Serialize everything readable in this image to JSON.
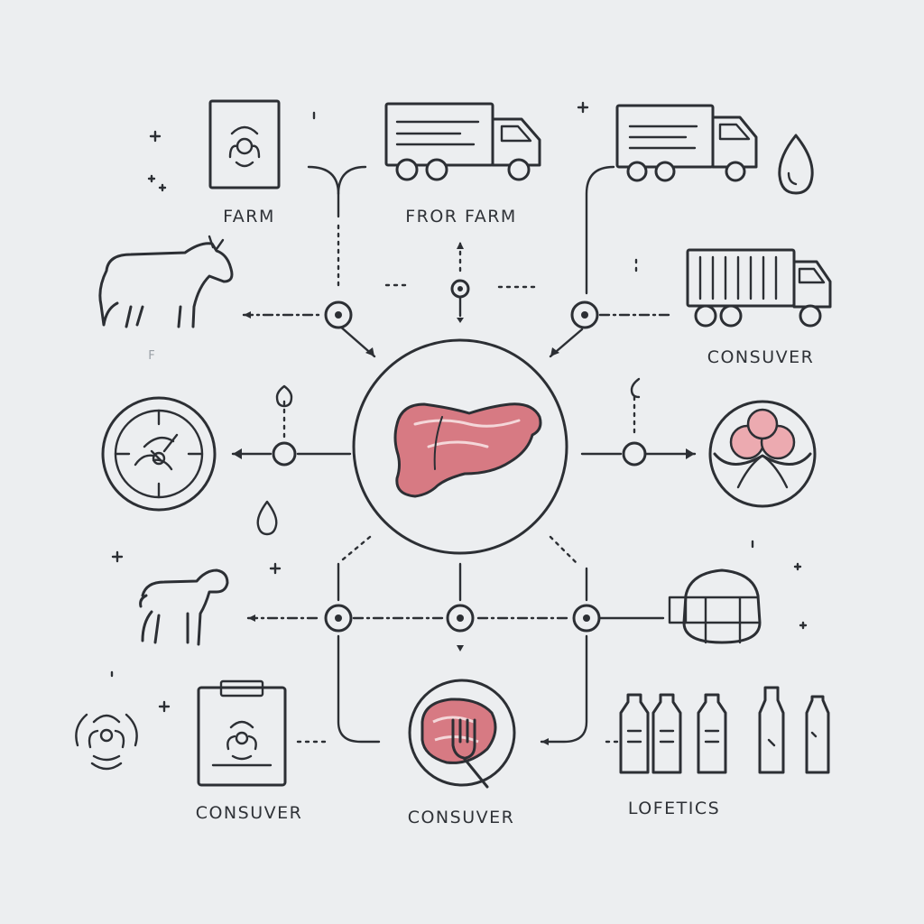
{
  "labels": {
    "farm": "FARM",
    "from_farm": "FROR FARM",
    "consumer_top_right": "CONSUVER",
    "consumer_bottom_left": "CONSUVER",
    "consumer_bottom_center": "CONSUVER",
    "logistics": "LOFETICS",
    "faint_left": "F"
  },
  "colors": {
    "line": "#2c2f34",
    "meat": "#d77a83",
    "meat_light": "#ecaab0",
    "background": "#eceef0"
  },
  "icons": [
    "biohazard-document-icon",
    "delivery-truck-icon",
    "truck-icon",
    "water-drop-icon",
    "cow-icon",
    "container-truck-icon",
    "inspection-target-icon",
    "meat-cut-icon",
    "sheep-icon",
    "packaged-meat-icon",
    "biohazard-icon",
    "biohazard-clipboard-icon",
    "meat-fork-icon",
    "bottles-icon"
  ]
}
